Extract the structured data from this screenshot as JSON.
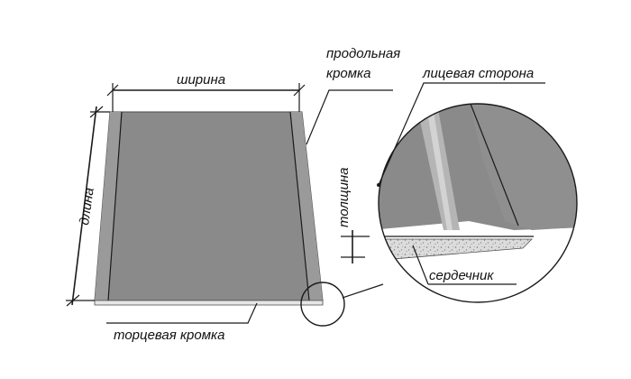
{
  "labels": {
    "width": "ширина",
    "length": "длина",
    "long_edge_1": "продольная",
    "long_edge_2": "кромка",
    "end_edge": "торцевая кромка",
    "face_side": "лицевая сторона",
    "thickness": "толщина",
    "core": "сердечник"
  },
  "colors": {
    "board_fill": "#8a8a8a",
    "board_edge": "#9e9e9e",
    "core_fill": "#d9d9d9",
    "ink": "#1a1a1a"
  }
}
